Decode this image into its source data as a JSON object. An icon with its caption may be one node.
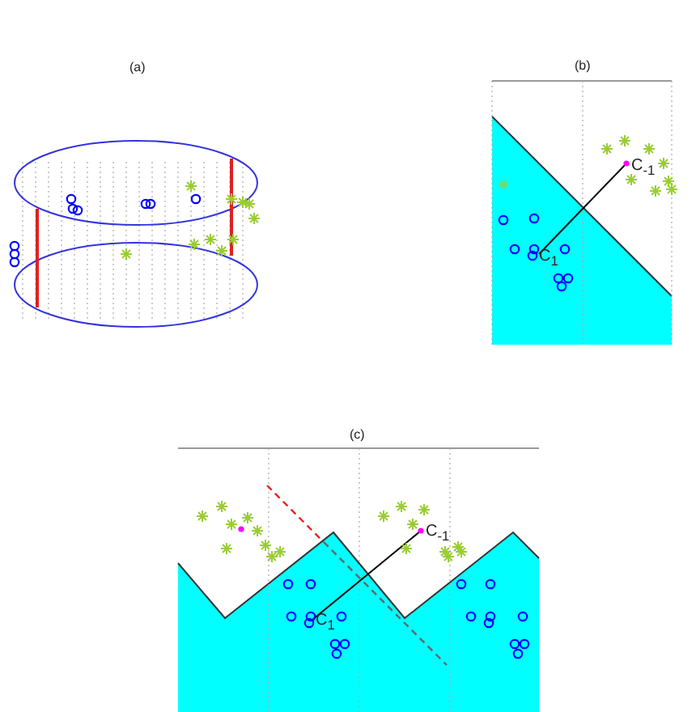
{
  "diagram": {
    "labels": [
      "(a)",
      "(b)",
      "C$_{-1}$",
      "C$_{1}$",
      "(c)",
      "C$_{-1}$",
      "C$_{1}$"
    ]
  }
}
